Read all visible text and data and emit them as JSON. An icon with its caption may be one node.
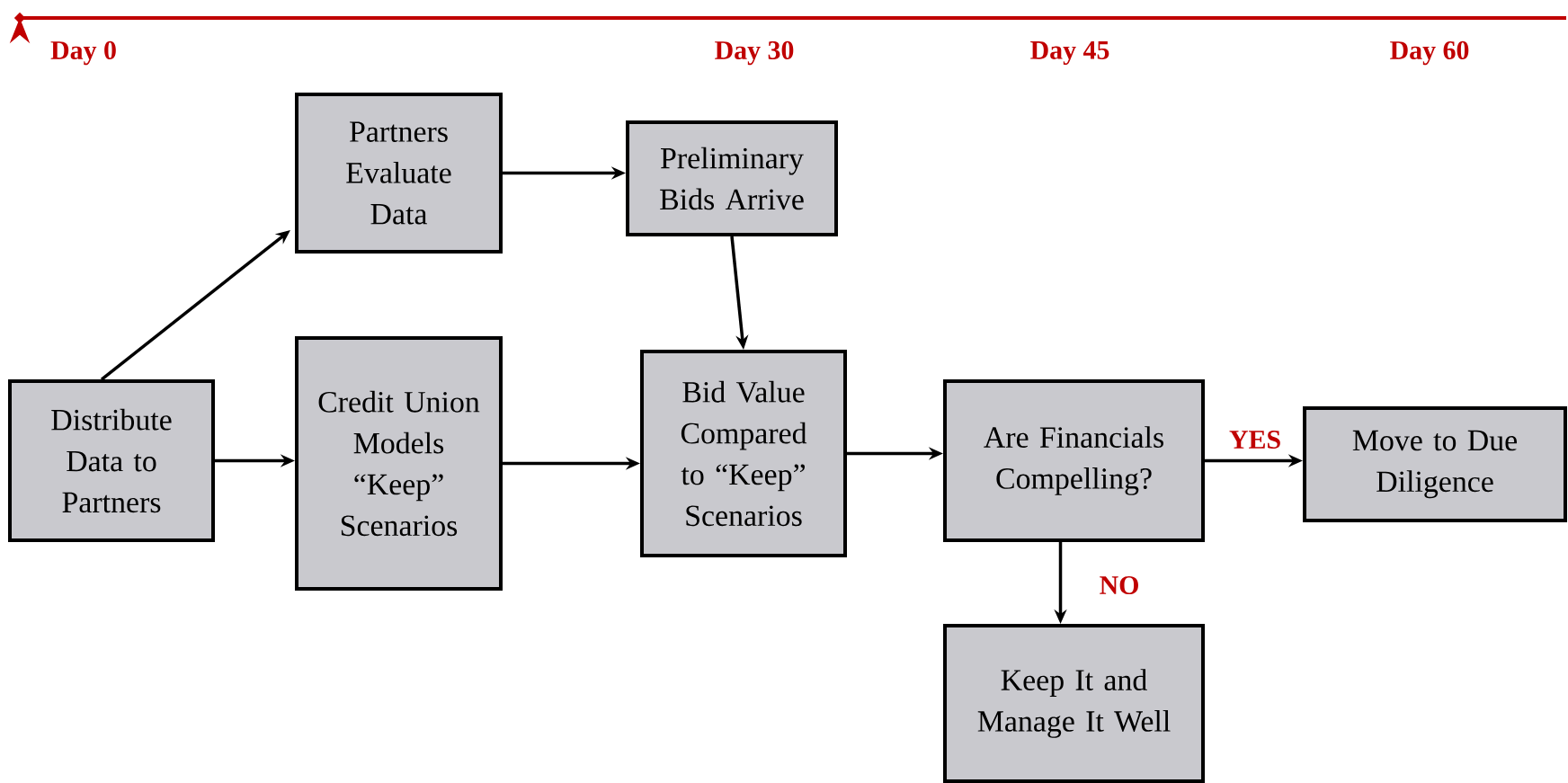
{
  "diagram": {
    "nodes": [
      {
        "text": [
          "Distribute Data to Partners"
        ]
      },
      {
        "text": [
          "Partners Evaluate Data"
        ]
      },
      {
        "text": [
          "Credit Union Models “Keep” Scenarios"
        ]
      },
      {
        "text": [
          "Preliminary Bids Arrive"
        ]
      },
      {
        "text": [
          "Bid Value Compared to “Keep” Scenarios"
        ]
      },
      {
        "text": [
          "Are Financials Compelling?"
        ]
      },
      {
        "text": [
          "Move to Due Diligence"
        ]
      },
      {
        "text": [
          "Keep It and Manage It Well"
        ]
      }
    ],
    "edges": [
      {
        "from": 0,
        "to": 1,
        "arrow": "to"
      },
      {
        "from": 0,
        "to": 2,
        "arrow": "to"
      },
      {
        "from": 1,
        "to": 3,
        "arrow": "to"
      },
      {
        "from": 3,
        "to": 4,
        "arrow": "to"
      },
      {
        "from": 2,
        "to": 4,
        "arrow": "to"
      },
      {
        "from": 4,
        "to": 5,
        "arrow": "to"
      },
      {
        "from": 5,
        "to": 6,
        "arrow": "to",
        "label": "YES"
      },
      {
        "from": 5,
        "to": 7,
        "arrow": "to",
        "label": "NO"
      }
    ],
    "labels": [
      "Day 0",
      "Day 30",
      "Day 45",
      "Day 60"
    ]
  }
}
